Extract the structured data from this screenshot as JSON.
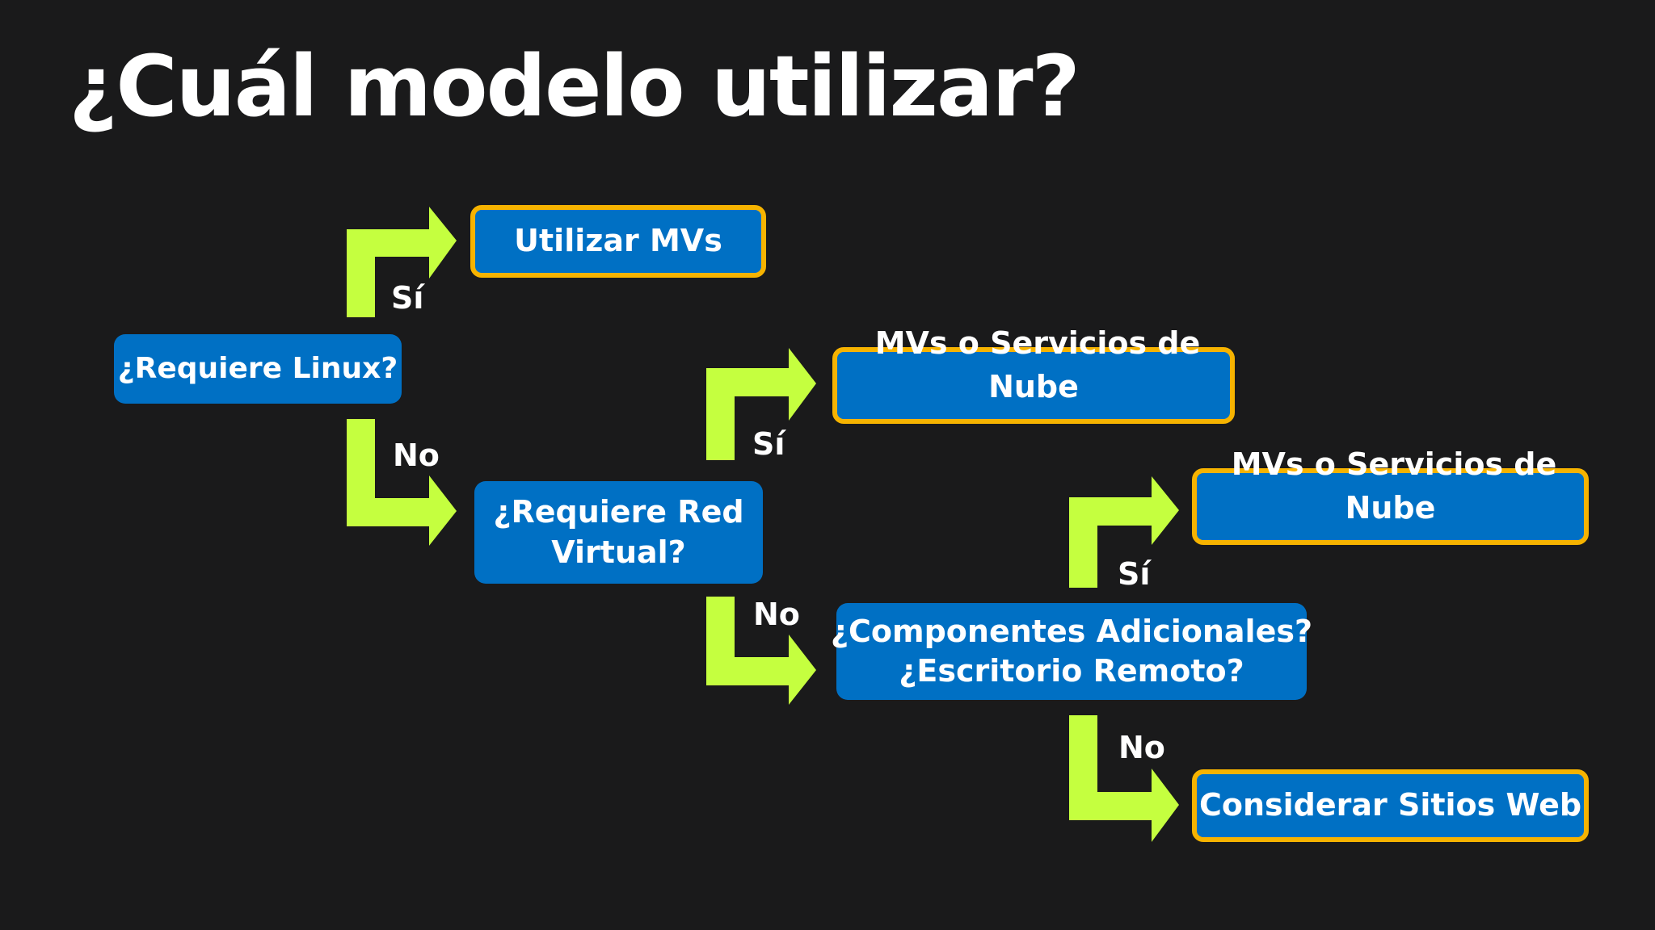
{
  "title": "¿Cuál modelo utilizar?",
  "colors": {
    "background": "#1a1a1b",
    "box_fill": "#0070c4",
    "result_border": "#f6b300",
    "arrow": "#c5ff3f",
    "text": "#ffffff"
  },
  "questions": {
    "linux": "¿Requiere Linux?",
    "red_virtual": [
      "¿Requiere Red",
      "Virtual?"
    ],
    "componentes": [
      "¿Componentes Adicionales?",
      "¿Escritorio Remoto?"
    ]
  },
  "results": {
    "mvs": "Utilizar MVs",
    "nube_1": {
      "over": "MVs o Servicios de",
      "main": "Nube"
    },
    "nube_2": {
      "over": "MVs o Servicios de",
      "main": "Nube"
    },
    "sitios_web": "Considerar Sitios Web"
  },
  "branches": {
    "yes": "Sí",
    "no": "No"
  }
}
